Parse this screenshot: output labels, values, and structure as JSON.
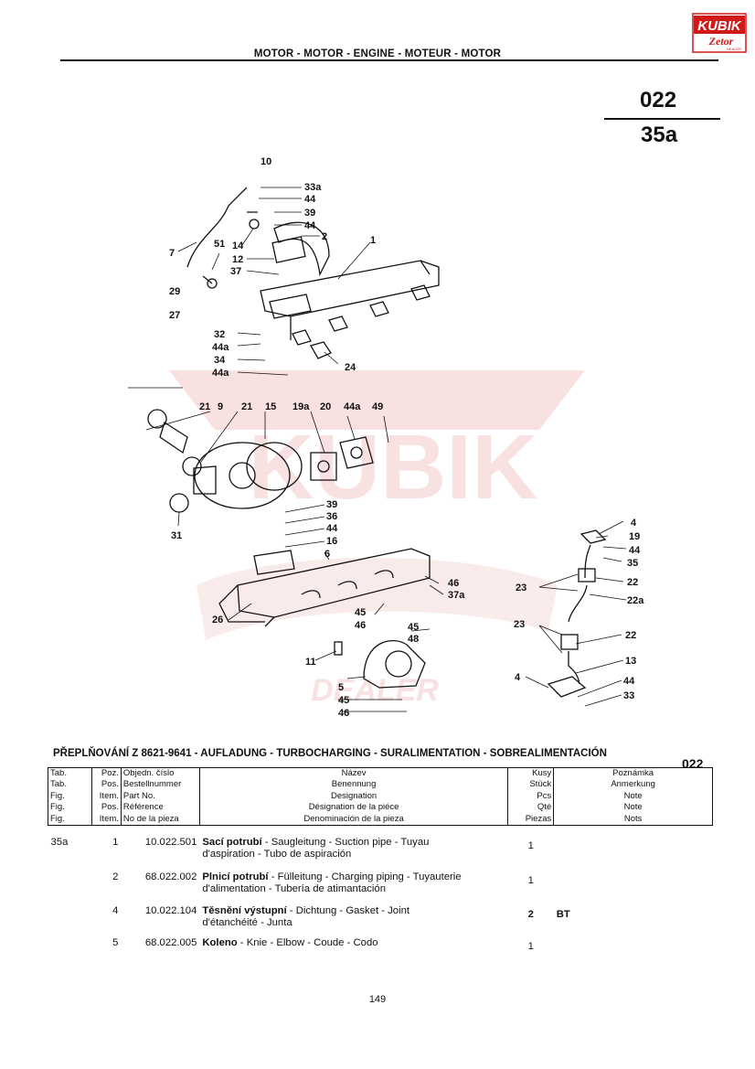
{
  "brand": {
    "logo_top": "KUBIK",
    "logo_bottom": "Zetor",
    "logo_tag": "DEALER",
    "red": "#d01a1a"
  },
  "header": {
    "title": "MOTOR - MOTOR - ENGINE - MOTEUR - MOTOR",
    "tab": "022",
    "figure": "35a"
  },
  "watermark": {
    "brand_text": "KUBÍK",
    "dealer_text": "DEALER",
    "color": "#f2c9c9"
  },
  "diagram_labels": [
    "10",
    "33a",
    "44",
    "39",
    "44",
    "2",
    "1",
    "7",
    "51",
    "14",
    "12",
    "37",
    "29",
    "27",
    "32",
    "44a",
    "34",
    "44a",
    "24",
    "21",
    "9",
    "21",
    "15",
    "19a",
    "20",
    "44a",
    "49",
    "31",
    "39",
    "36",
    "44",
    "16",
    "6",
    "46",
    "37a",
    "26",
    "45",
    "46",
    "45",
    "48",
    "11",
    "5",
    "45",
    "46",
    "4",
    "19",
    "44",
    "35",
    "23",
    "22",
    "22a",
    "23",
    "22",
    "13",
    "4",
    "44",
    "33"
  ],
  "section": {
    "title": "PŘEPLŇOVÁNÍ Z 8621-9641 - AUFLADUNG - TURBOCHARGING - SURALIMENTATION - SOBREALIMENTACIÓN",
    "code": "022"
  },
  "table": {
    "col_tab": [
      "Tab.",
      "Tab.",
      "Fig.",
      "Fig.",
      "Fig."
    ],
    "col_pos": [
      "Poz.",
      "Pos.",
      "Item.",
      "Pos.",
      "Item."
    ],
    "col_part": [
      "Objedn. číslo",
      "Bestellnummer",
      "Part No.",
      "Référence",
      "No de la pieza"
    ],
    "col_name": [
      "Název",
      "Benennung",
      "Designation",
      "Désignation de la piéce",
      "Denominación de la pieza"
    ],
    "col_qty": [
      "Kusy",
      "Stück",
      "Pcs",
      "Qté",
      "Piezas"
    ],
    "col_note": [
      "Poznámka",
      "Anmerkung",
      "Note",
      "Note",
      "Nots"
    ],
    "rows": [
      {
        "tab": "35a",
        "pos": "1",
        "part": "10.022.501",
        "name_cz": "Sací potrubí",
        "name_rest": " - Saugleitung - Suction pipe - Tuyau",
        "name_line2": "d'aspiration - Tubo de aspiración",
        "qty": "1",
        "note": ""
      },
      {
        "tab": "",
        "pos": "2",
        "part": "68.022.002",
        "name_cz": "Plnicí potrubí",
        "name_rest": " - Fülleitung - Charging piping - Tuyauterie",
        "name_line2": "d'alimentation - Tubería de atimantación",
        "qty": "1",
        "note": ""
      },
      {
        "tab": "",
        "pos": "4",
        "part": "10.022.104",
        "name_cz": "Těsnění výstupní",
        "name_rest": " - Dichtung - Gasket - Joint",
        "name_line2": "d'étanchéité - Junta",
        "qty": "2",
        "note": "BT"
      },
      {
        "tab": "",
        "pos": "5",
        "part": "68.022.005",
        "name_cz": "Koleno",
        "name_rest": " - Knie - Elbow - Coude - Codo",
        "name_line2": "",
        "qty": "1",
        "note": ""
      }
    ]
  },
  "footer": {
    "page": "149"
  }
}
